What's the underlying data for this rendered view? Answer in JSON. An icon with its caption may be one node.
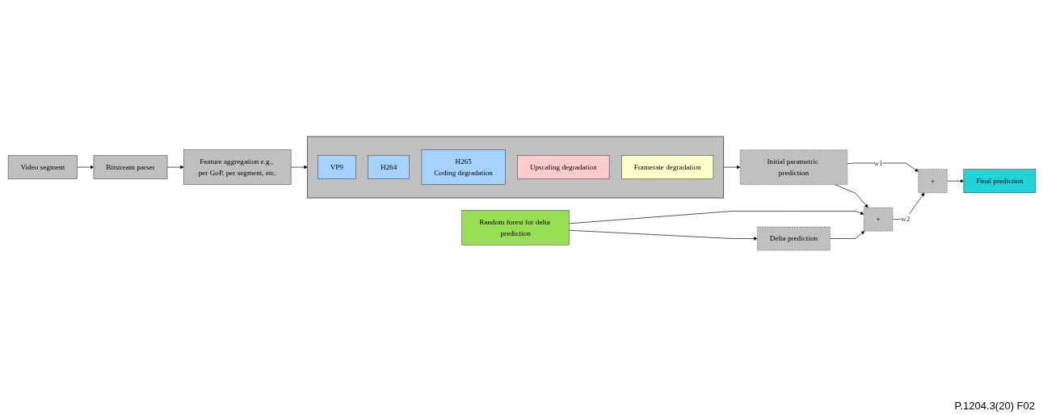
{
  "diagram": {
    "nodes": [
      {
        "text": [
          "Video segment"
        ]
      },
      {
        "text": [
          "Bitstream parser"
        ]
      },
      {
        "text": [
          "Feature aggregation e.g., per GoP, per segment, etc."
        ]
      },
      {
        "text": [],
        "shape": "box"
      },
      {
        "text": [
          "VP9"
        ],
        "in": 3
      },
      {
        "text": [
          "H264"
        ],
        "in": 3
      },
      {
        "text": [
          "H265",
          "Coding degradation"
        ],
        "in": 3
      },
      {
        "text": [
          "Upscaling degradation"
        ],
        "in": 3
      },
      {
        "text": [
          "Framerate degradation"
        ],
        "in": 3
      },
      {
        "text": [
          "Initial parametric prediction"
        ]
      },
      {
        "text": [
          "+"
        ]
      },
      {
        "text": [
          "Final prediction"
        ]
      },
      {
        "text": [
          "+"
        ]
      },
      {
        "text": [
          "Random forest for delta prediction"
        ]
      },
      {
        "text": [
          "Delta prediction"
        ]
      }
    ],
    "edges": [
      {
        "from": 0,
        "to": 1,
        "arrow": "to"
      },
      {
        "from": 1,
        "to": 2,
        "arrow": "to"
      },
      {
        "from": 2,
        "to": 3,
        "arrow": "to"
      },
      {
        "from": 3,
        "to": 9,
        "arrow": "to"
      },
      {
        "from": 9,
        "to": 10,
        "label": "w1",
        "arrow": "to"
      },
      {
        "from": 10,
        "to": 11,
        "arrow": "to"
      },
      {
        "from": 9,
        "to": 12,
        "arrow": "to"
      },
      {
        "from": 13,
        "to": 12,
        "arrow": "to"
      },
      {
        "from": 13,
        "to": 14,
        "arrow": "to"
      },
      {
        "from": 14,
        "to": 12,
        "arrow": "to"
      },
      {
        "from": 12,
        "to": 10,
        "label": "w2",
        "arrow": "to"
      }
    ],
    "labels": [
      "P.1204.3(20) F02"
    ]
  }
}
